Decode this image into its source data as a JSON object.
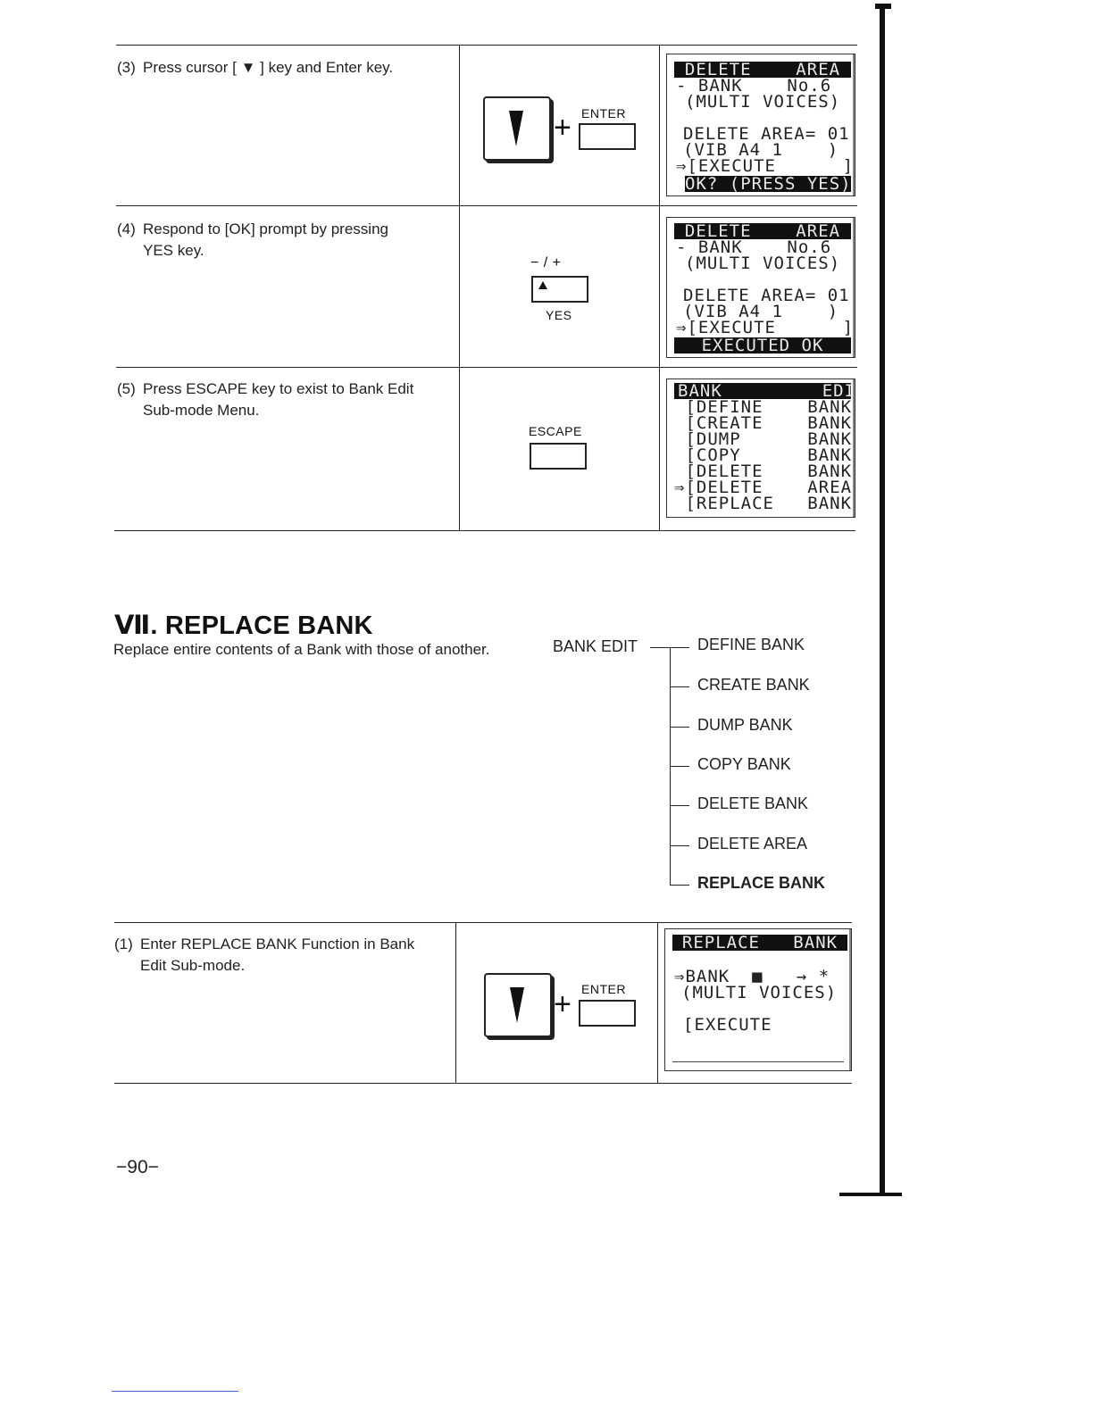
{
  "steps": [
    {
      "number": "(3)",
      "text": "Press cursor [ ▼ ] key and Enter key.",
      "cont": ""
    },
    {
      "number": "(4)",
      "text": "Respond to [OK] prompt by pressing",
      "cont": "YES key."
    },
    {
      "number": "(5)",
      "text": "Press ESCAPE key to exist to Bank Edit",
      "cont": "Sub-mode Menu."
    },
    {
      "number": "(1)",
      "text": "Enter REPLACE BANK Function in Bank",
      "cont": "Edit Sub-mode."
    }
  ],
  "keys": {
    "enter": "ENTER",
    "plus": "+",
    "minus_plus": "− / +",
    "yes": "YES",
    "escape": "ESCAPE"
  },
  "screens": {
    "delete_area_ok": [
      "DELETE    AREA",
      "- BANK    No.6  -",
      "(MULTI VOICES)",
      "DELETE AREA= 01",
      "(VIB A4 1    )",
      "⇒[EXECUTE      ]",
      "OK? (PRESS YES)"
    ],
    "delete_area_done": [
      "DELETE    AREA",
      "- BANK    No.6  -",
      "(MULTI VOICES)",
      "DELETE AREA= 01",
      "(VIB A4 1    )",
      "⇒[EXECUTE      ]",
      "EXECUTED OK"
    ],
    "bank_edit": [
      "BANK         EDIT",
      " [DEFINE    BANK]",
      " [CREATE    BANK]",
      " [DUMP      BANK]",
      " [COPY      BANK]",
      " [DELETE    BANK]",
      "⇒[DELETE    AREA]",
      " [REPLACE   BANK]"
    ],
    "replace_bank": [
      "REPLACE   BANK",
      "⇒BANK  ■   → *",
      "(MULTI VOICES)",
      "[EXECUTE       ]"
    ]
  },
  "section": {
    "title": "Ⅶ. REPLACE BANK",
    "description": "Replace entire contents of a Bank with those of another.",
    "tree_root": "BANK EDIT",
    "tree_items": [
      "DEFINE BANK",
      "CREATE BANK",
      "DUMP BANK",
      "COPY BANK",
      "DELETE BANK",
      "DELETE AREA",
      "REPLACE BANK"
    ]
  },
  "page_number": "−90−"
}
